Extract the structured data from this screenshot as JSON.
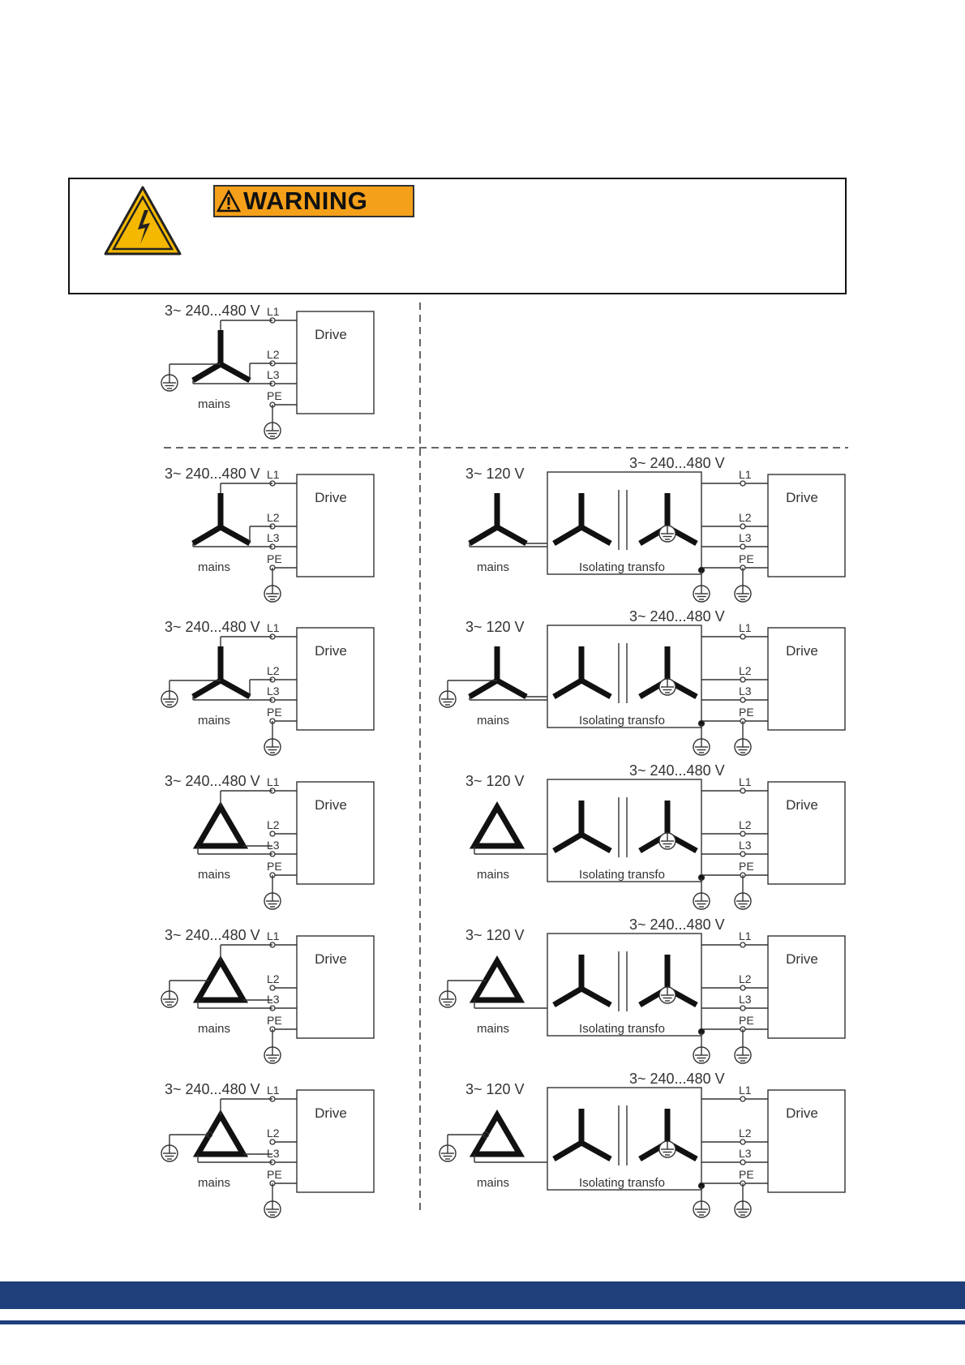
{
  "warning": {
    "label": "WARNING",
    "icon": "high-voltage-warning-icon",
    "label_color": "#f5a01a"
  },
  "diagram": {
    "left_voltage": "3~ 240...480 V",
    "primary_voltage": "3~ 120 V",
    "secondary_voltage": "3~ 240...480 V",
    "terminals": [
      "L1",
      "L2",
      "L3",
      "PE"
    ],
    "drive_label": "Drive",
    "mains_label": "mains",
    "transformer_label": "Isolating transfo",
    "rows": [
      {
        "mains": "star",
        "earth": "center-isolated",
        "earth_symbol": true,
        "transformer": false
      },
      {
        "mains": "star",
        "earth": "none",
        "earth_symbol": false,
        "transformer": true
      },
      {
        "mains": "star",
        "earth": "center",
        "earth_symbol": true,
        "transformer": true
      },
      {
        "mains": "delta",
        "earth": "none",
        "earth_symbol": false,
        "transformer": true
      },
      {
        "mains": "delta",
        "earth": "side",
        "earth_symbol": true,
        "transformer": true
      },
      {
        "mains": "delta",
        "earth": "corner",
        "earth_symbol": true,
        "transformer": true
      }
    ]
  },
  "footer": {
    "bar_color": "#1f3f7a"
  }
}
